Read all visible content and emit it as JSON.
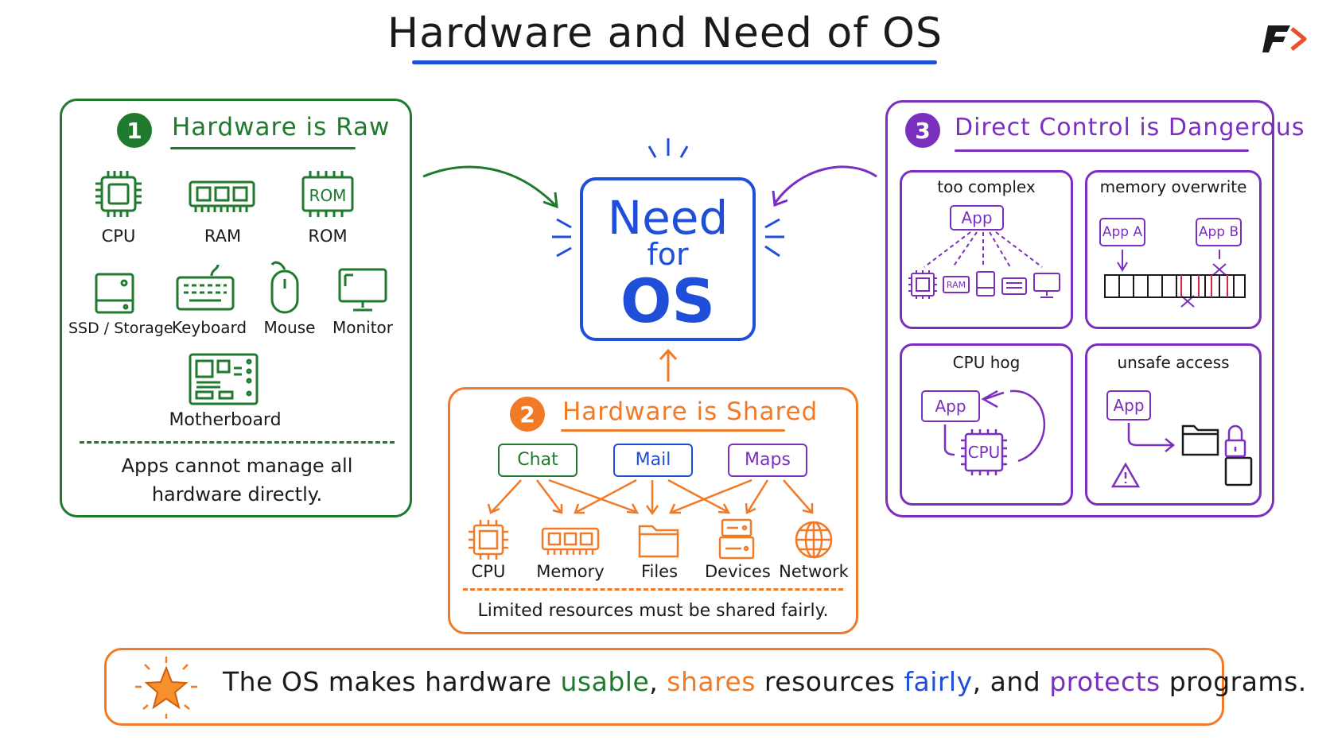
{
  "title": "Hardware and Need of OS",
  "colors": {
    "green": "#1f7a2e",
    "orange": "#f07a26",
    "purple": "#7b2fbf",
    "blue": "#1f4fd8"
  },
  "panel1": {
    "number": "1",
    "title": "Hardware is Raw",
    "items": [
      "CPU",
      "RAM",
      "ROM",
      "SSD / Storage",
      "Keyboard",
      "Mouse",
      "Monitor",
      "Motherboard"
    ],
    "ram_chip": "RAM",
    "rom_chip": "ROM",
    "note_line1": "Apps cannot manage all",
    "note_line2": "hardware directly."
  },
  "center": {
    "line1": "Need",
    "line2": "for",
    "line3": "OS"
  },
  "panel2": {
    "number": "2",
    "title": "Hardware is Shared",
    "apps": [
      "Chat",
      "Mail",
      "Maps"
    ],
    "resources": [
      "CPU",
      "Memory",
      "Files",
      "Devices",
      "Network"
    ],
    "note": "Limited resources must be shared fairly."
  },
  "panel3": {
    "number": "3",
    "title": "Direct Control is Dangerous",
    "cards": {
      "complex": {
        "title": "too complex",
        "app": "App",
        "ram_chip": "RAM"
      },
      "overwrite": {
        "title": "memory overwrite",
        "app_a": "App A",
        "app_b": "App B"
      },
      "hog": {
        "title": "CPU hog",
        "app": "App",
        "cpu": "CPU"
      },
      "unsafe": {
        "title": "unsafe access",
        "app": "App"
      }
    }
  },
  "summary": {
    "part1": "The OS makes hardware",
    "usable": "usable",
    "comma1": ",",
    "shares": "shares",
    "part2": "resources",
    "fairly": "fairly",
    "part3": ", and",
    "protects": "protects",
    "part4": "programs."
  }
}
